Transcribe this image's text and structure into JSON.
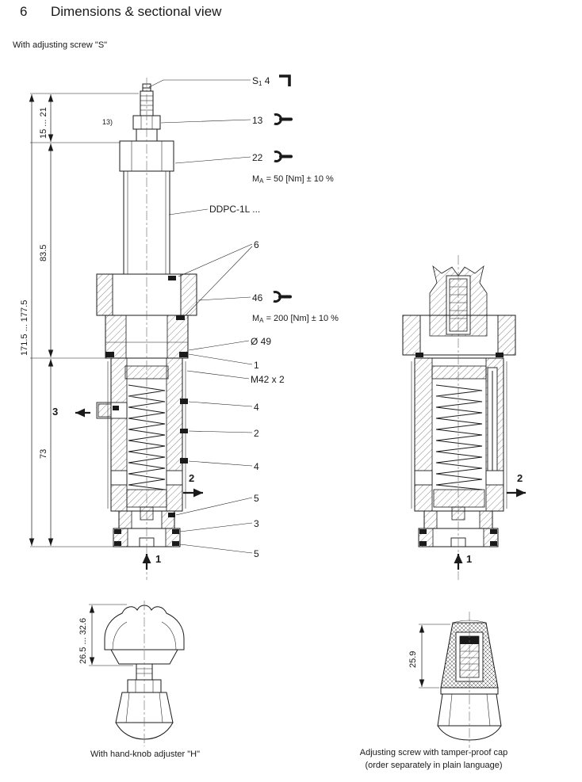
{
  "page": {
    "section_number": "6",
    "title": "Dimensions & sectional view",
    "subtitle": "With adjusting screw \"S\""
  },
  "main_view": {
    "dimensions": {
      "overall": "171.5 ... 177.5",
      "top_segment": "15 ... 21",
      "upper_segment": "83.5",
      "lower_segment": "73"
    },
    "footnote_ref": "13)",
    "callouts": {
      "allen_key": {
        "base": "S",
        "sub": "1",
        "rest": " 4"
      },
      "wrench_13": "13",
      "wrench_22": "22",
      "torque_50": {
        "base": "M",
        "sub": "A",
        "rest": " = 50 [Nm] ± 10 %"
      },
      "model": "DDPC-1L ...",
      "item_6": "6",
      "wrench_46": "46",
      "torque_200": {
        "base": "M",
        "sub": "A",
        "rest": " = 200 [Nm] ± 10 %"
      },
      "diameter": "Ø 49",
      "item_1": "1",
      "thread": "M42 x 2",
      "item_4a": "4",
      "item_2": "2",
      "item_4b": "4",
      "item_5a": "5",
      "item_3": "3",
      "item_5b": "5"
    },
    "ports": {
      "port_3": "3",
      "port_2": "2",
      "port_1": "1"
    }
  },
  "right_view": {
    "ports": {
      "port_2": "2",
      "port_1": "1"
    }
  },
  "knob_view": {
    "dimension": "26.5 ... 32.6",
    "caption": "With hand-knob adjuster \"H\""
  },
  "cap_view": {
    "dimension": "25.9",
    "caption_line1": "Adjusting screw with tamper-proof cap",
    "caption_line2": "(order separately in plain language)"
  }
}
